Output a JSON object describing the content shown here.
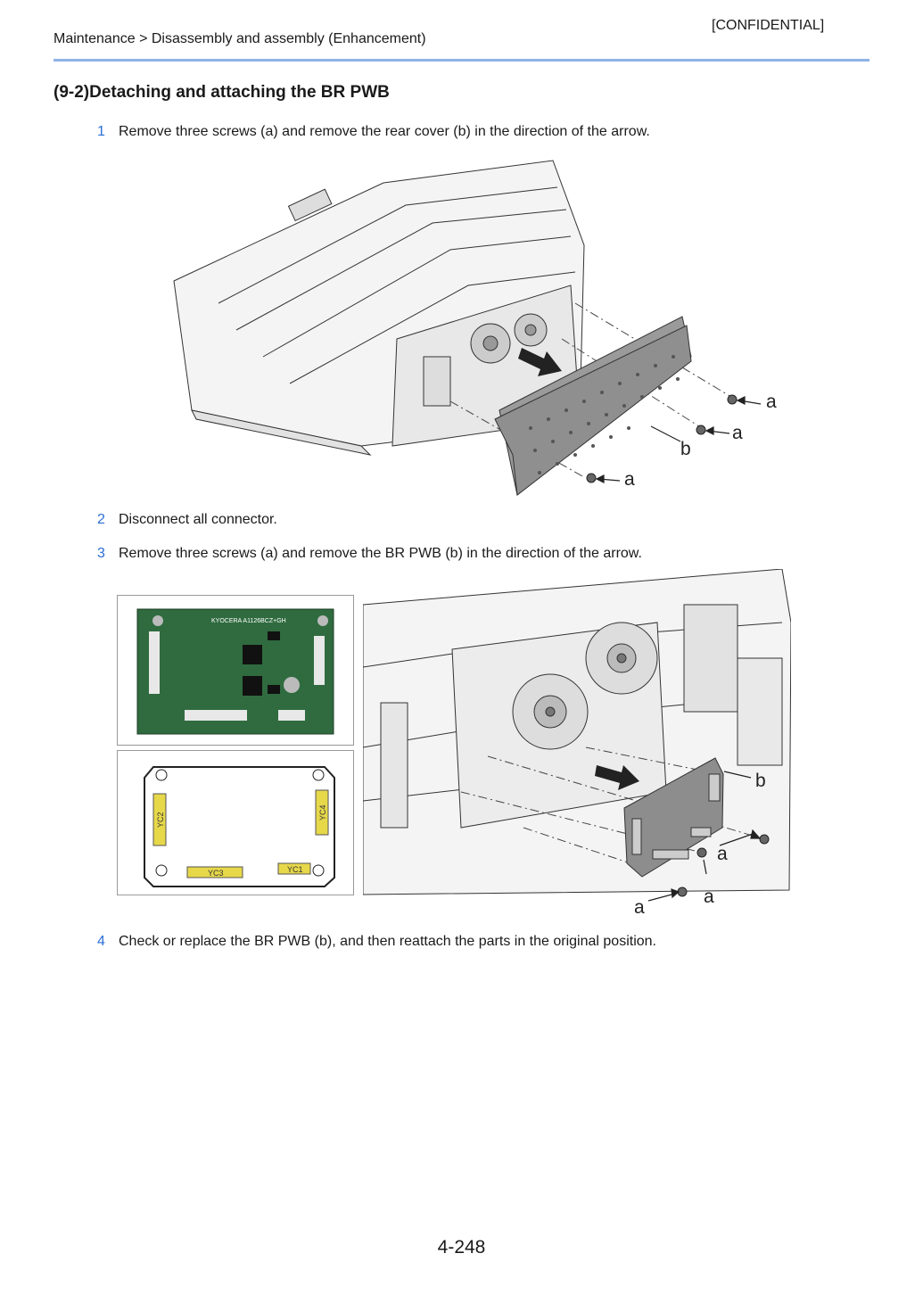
{
  "header": {
    "confidential": "[CONFIDENTIAL]",
    "breadcrumb": "Maintenance > Disassembly and assembly (Enhancement)"
  },
  "section_title": "(9-2)Detaching and attaching the BR PWB",
  "steps": [
    {
      "num": "1",
      "text": "Remove three screws (a)  and remove the rear cover (b) in the direction of the arrow."
    },
    {
      "num": "2",
      "text": "Disconnect all connector."
    },
    {
      "num": "3",
      "text": "Remove three screws (a)  and remove the BR PWB (b) in the direction of the arrow."
    },
    {
      "num": "4",
      "text": "Check or replace the BR PWB (b), and then reattach the parts in the original position."
    }
  ],
  "figure1": {
    "callouts": [
      "a",
      "a",
      "b",
      "a"
    ]
  },
  "figure2": {
    "callouts": [
      "b",
      "a",
      "a",
      "a"
    ],
    "board_photo_text": "KYOCERA A1126BCZ+GH",
    "board_diagram_connectors": [
      "YC2",
      "YC4",
      "YC3",
      "YC1"
    ]
  },
  "footer": {
    "page_number": "4-248"
  }
}
